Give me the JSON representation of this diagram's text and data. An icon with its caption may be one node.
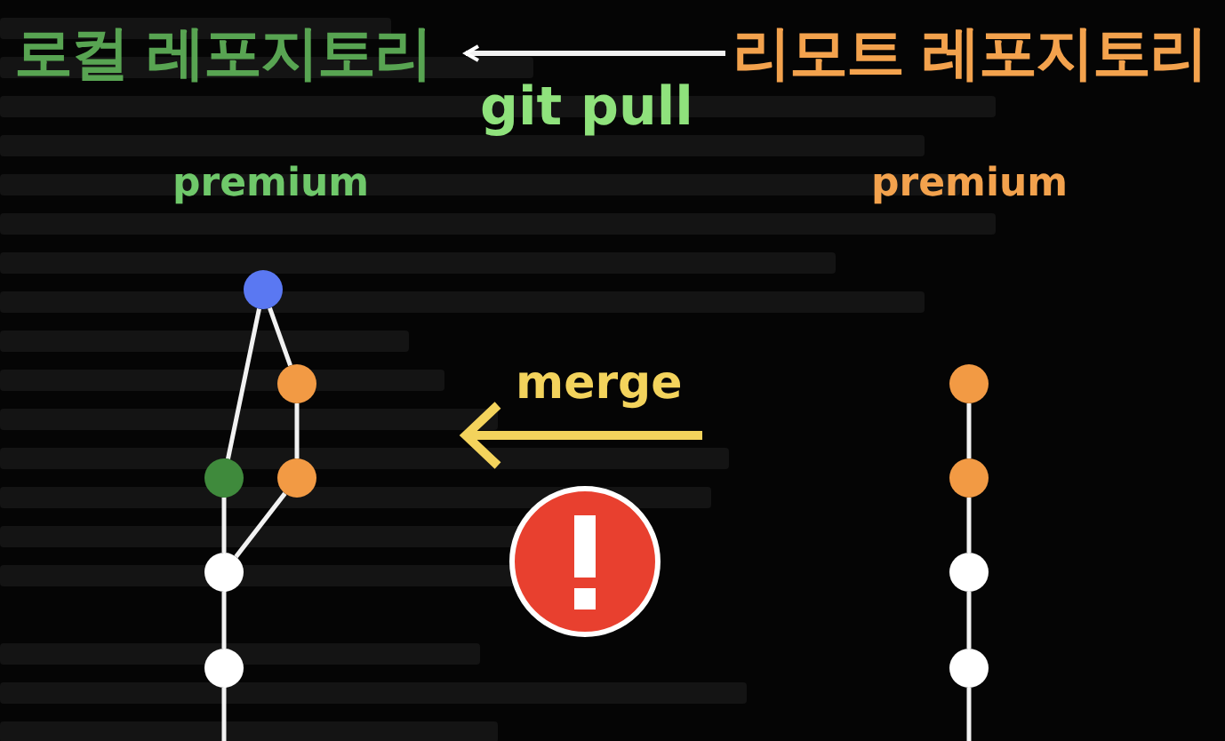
{
  "diagram": {
    "nodes": [
      {
        "text": [
          "로컬 레포지토리"
        ]
      },
      {
        "text": [
          "리모트 레포지토리"
        ]
      },
      {
        "text": [],
        "shape": "circle"
      },
      {
        "text": [],
        "shape": "circle"
      },
      {
        "text": [],
        "shape": "circle"
      },
      {
        "text": [],
        "shape": "circle"
      },
      {
        "text": [],
        "shape": "circle"
      },
      {
        "text": [],
        "shape": "circle"
      },
      {
        "text": [],
        "shape": "circle"
      },
      {
        "text": [],
        "shape": "circle"
      },
      {
        "text": [],
        "shape": "circle"
      },
      {
        "text": [],
        "shape": "circle"
      }
    ],
    "edges": [
      {
        "from": 1,
        "to": 0,
        "arrow": "to",
        "label": "git pull"
      },
      {
        "from": 2,
        "to": 3,
        "arrow": "none"
      },
      {
        "from": 2,
        "to": 4,
        "arrow": "none"
      },
      {
        "from": 3,
        "to": 5,
        "arrow": "none"
      },
      {
        "from": 4,
        "to": 6,
        "arrow": "none"
      },
      {
        "from": 5,
        "to": 6,
        "arrow": "none"
      },
      {
        "from": 6,
        "to": 7,
        "arrow": "none"
      },
      {
        "from": 7,
        "to": null,
        "arrow": "none"
      },
      {
        "from": 8,
        "to": 9,
        "arrow": "none"
      },
      {
        "from": 9,
        "to": 10,
        "arrow": "none"
      },
      {
        "from": 10,
        "to": 11,
        "arrow": "none"
      },
      {
        "from": 11,
        "to": null,
        "arrow": "none"
      }
    ],
    "labels": [
      "premium",
      "premium",
      "merge"
    ]
  }
}
